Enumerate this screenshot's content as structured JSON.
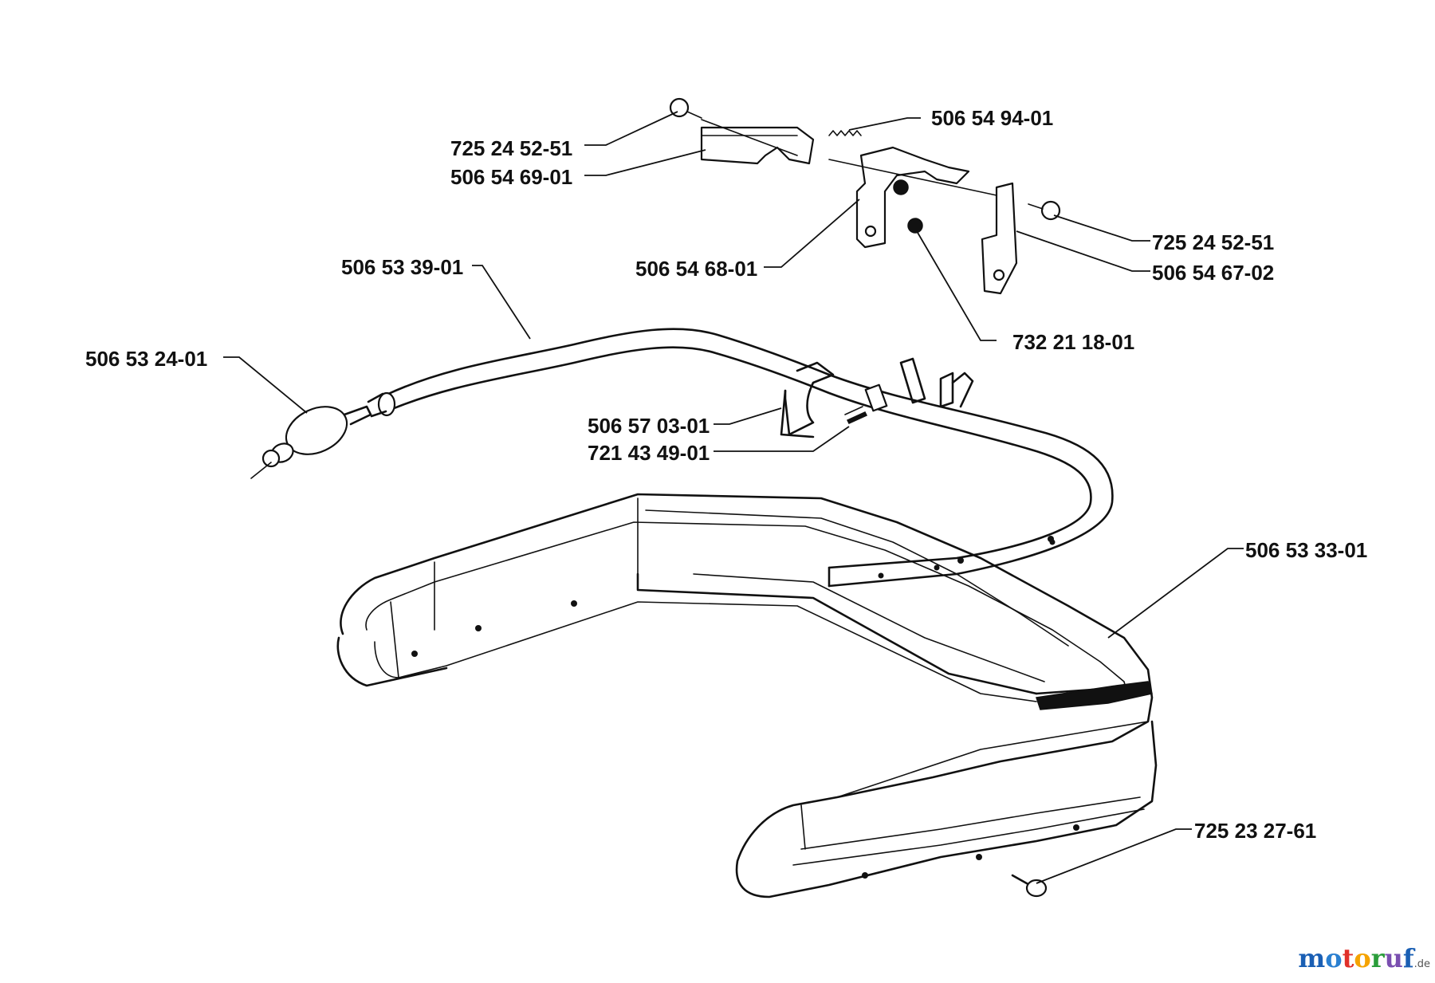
{
  "labels": {
    "p725_24_52_51_top": "725 24 52-51",
    "p506_54_69_01": "506 54 69-01",
    "p506_54_94_01": "506 54 94-01",
    "p725_24_52_51_right": "725 24 52-51",
    "p506_54_67_02": "506 54 67-02",
    "p506_54_68_01": "506 54 68-01",
    "p732_21_18_01": "732 21 18-01",
    "p506_53_39_01": "506 53 39-01",
    "p506_53_24_01": "506 53 24-01",
    "p506_57_03_01": "506 57 03-01",
    "p721_43_49_01": "721 43 49-01",
    "p506_53_33_01": "506 53 33-01",
    "p725_23_27_61": "725 23 27-61"
  },
  "watermark": {
    "text": "motoruf",
    "suffix": ".de",
    "colors": [
      "#1a5fb4",
      "#2a7fd0",
      "#e0302a",
      "#f5a300",
      "#2a9d3a",
      "#7a4fb0",
      "#1a5fb4"
    ]
  }
}
